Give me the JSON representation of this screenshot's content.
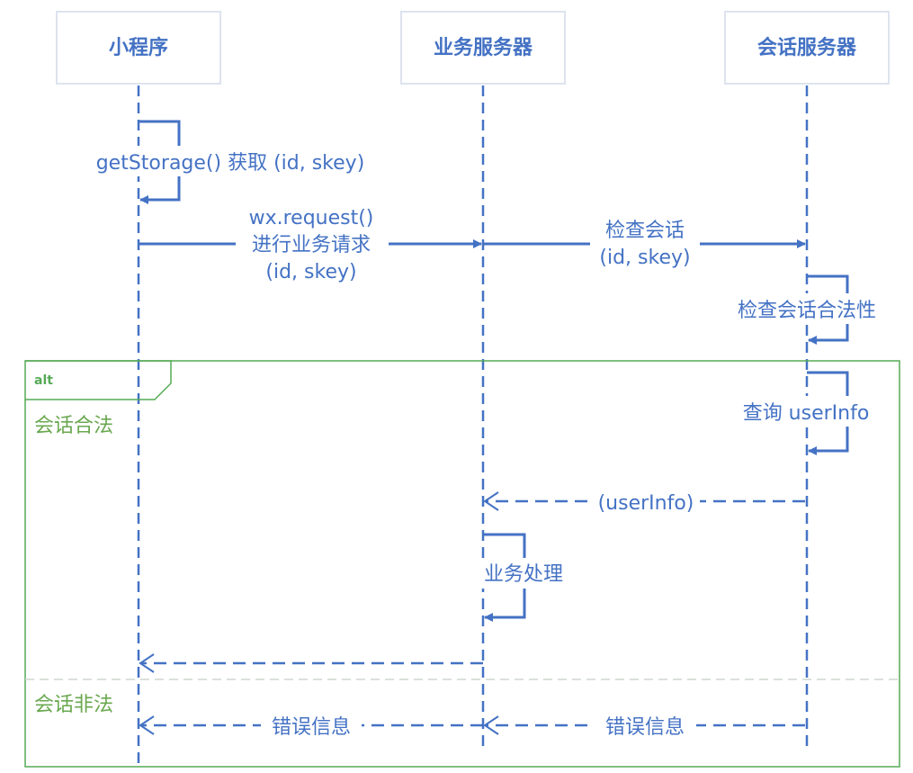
{
  "actors": [
    {
      "id": "mini",
      "name": "小程序"
    },
    {
      "id": "biz",
      "name": "业务服务器"
    },
    {
      "id": "session",
      "name": "会话服务器"
    }
  ],
  "messages": {
    "get_storage": "getStorage() 获取 (id, skey)",
    "wx_request": [
      "wx.request()",
      "进行业务请求",
      "(id, skey)"
    ],
    "check_session": [
      "检查会话",
      "(id, skey)"
    ],
    "check_validity": "检查会话合法性",
    "query_userinfo": "查询 userInfo",
    "return_userinfo": "(userInfo)",
    "biz_process": "业务处理",
    "error_info_1": "错误信息",
    "error_info_2": "错误信息"
  },
  "fragment": {
    "type": "alt",
    "guard_valid": "会话合法",
    "guard_invalid": "会话非法"
  },
  "colors": {
    "line": "#4472c4",
    "actor_border": "#dde3ee",
    "frame": "#55aa55",
    "guard": "#6aa84f"
  }
}
